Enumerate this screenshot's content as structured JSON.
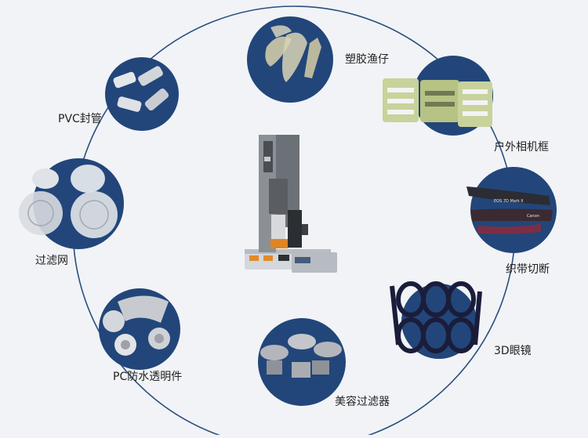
{
  "applications": [
    {
      "id": "toy",
      "label": "塑胶渔仔"
    },
    {
      "id": "camera",
      "label": "户外相机框"
    },
    {
      "id": "strap",
      "label": "织带切断"
    },
    {
      "id": "glasses",
      "label": "3D眼镜"
    },
    {
      "id": "filter",
      "label": "美容过滤器"
    },
    {
      "id": "pc",
      "label": "PC防水透明件"
    },
    {
      "id": "mesh",
      "label": "过滤网"
    },
    {
      "id": "pvc",
      "label": "PVC封管"
    }
  ],
  "colors": {
    "background": "#f1f3f6",
    "ring": "#2b4f7e",
    "circle": "#22467a",
    "label": "#222222"
  },
  "strap_print": {
    "left": "EOS 7D Mark II",
    "right": "Canon"
  }
}
